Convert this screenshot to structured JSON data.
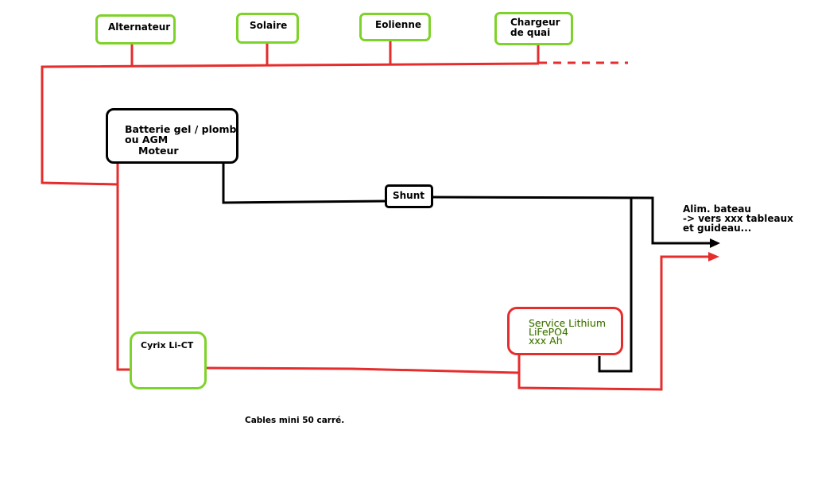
{
  "sources": {
    "alternateur": "Alternateur",
    "solaire": "Solaire",
    "eolienne": "Eolienne",
    "chargeur_line1": "Chargeur",
    "chargeur_line2": "de quai"
  },
  "engine_battery": {
    "line1": "Batterie gel / plomb",
    "line2": "ou AGM",
    "line3": "Moteur"
  },
  "shunt": "Shunt",
  "cyrix": "Cyrix Li-CT",
  "service_battery": {
    "line1": "Service Lithium",
    "line2": "LiFePO4",
    "line3": "xxx Ah"
  },
  "output": {
    "line1": "Alim. bateau",
    "line2": "-> vers xxx tableaux",
    "line3": "et guideau..."
  },
  "note": "Cables mini 50 carré.",
  "colors": {
    "positive_wire": "#e62d2d",
    "negative_wire": "#000000",
    "source_border": "#7ed32a",
    "lithium_text": "#3d6e0f"
  }
}
